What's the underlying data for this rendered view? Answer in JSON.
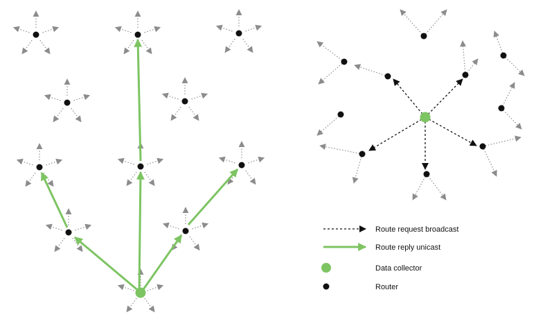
{
  "legend": {
    "broadcast_label": "Route request broadcast",
    "unicast_label": "Route reply unicast",
    "collector_label": "Data collector",
    "router_label": "Router"
  },
  "colors": {
    "collector": "#7dc462",
    "unicast": "#7dc462",
    "router": "#111111",
    "broadcast": "#111111",
    "flood_arrow": "#8c8c8c"
  }
}
